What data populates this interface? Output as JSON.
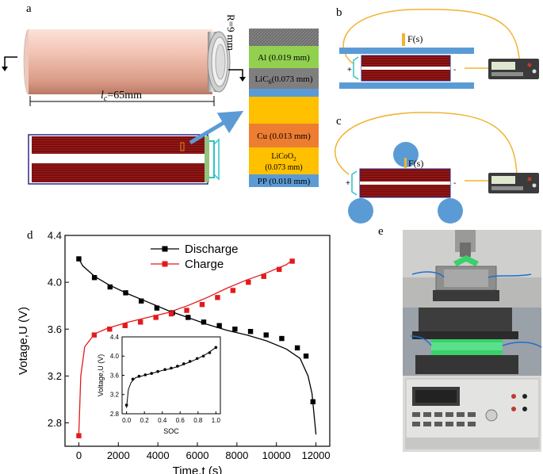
{
  "panels": {
    "a": {
      "label": "a",
      "length_prefix": "l",
      "length_sub": "c",
      "length_value": "=65mm",
      "radius_label": "R=9 mm",
      "layers": [
        {
          "label": "Al (0.019 mm)",
          "color": "#92d050"
        },
        {
          "label_main": "LiC",
          "label_sub": "6",
          "label_rest": "(0.073 mm)",
          "color": "#7f7f7f"
        },
        {
          "label": "Cu (0.013 mm)",
          "color": "#ed7d31"
        },
        {
          "label_line1": "LiCoO",
          "label_sub": "2",
          "label_line2": "(0.073 mm)",
          "color": "#ffc000"
        },
        {
          "label": "PP (0.018 mm)",
          "color": "#5b9bd5"
        }
      ]
    },
    "b": {
      "label": "b",
      "force_label": "F(s)"
    },
    "c": {
      "label": "c",
      "force_label": "F(s)"
    },
    "d": {
      "label": "d"
    },
    "e": {
      "label": "e"
    }
  },
  "plus_sign": "+",
  "minus_sign": "-",
  "colors": {
    "discharge": "#000000",
    "charge": "#e31a1c",
    "wire": "#f2b233",
    "plate": "#5b9bd5",
    "roll": "#7a0f0f"
  },
  "chart_data": {
    "type": "line",
    "xlabel": "Time,t (s)",
    "ylabel": "Votage,U (V)",
    "xlim": [
      -700,
      12700
    ],
    "ylim": [
      2.6,
      4.4
    ],
    "xticks": [
      0,
      2000,
      4000,
      6000,
      8000,
      10000,
      12000
    ],
    "yticks": [
      2.8,
      3.2,
      3.6,
      4.0,
      4.4
    ],
    "legend_position": "top",
    "series": [
      {
        "name": "Discharge",
        "color": "#000000",
        "marker": "square",
        "curve": [
          [
            0,
            4.2
          ],
          [
            200,
            4.14
          ],
          [
            800,
            4.05
          ],
          [
            1500,
            3.98
          ],
          [
            2500,
            3.9
          ],
          [
            3500,
            3.83
          ],
          [
            4500,
            3.76
          ],
          [
            5500,
            3.7
          ],
          [
            6500,
            3.64
          ],
          [
            7500,
            3.59
          ],
          [
            8500,
            3.55
          ],
          [
            9500,
            3.5
          ],
          [
            10500,
            3.43
          ],
          [
            11200,
            3.35
          ],
          [
            11600,
            3.2
          ],
          [
            11800,
            3.05
          ],
          [
            12000,
            2.7
          ]
        ],
        "markers": [
          [
            0,
            4.2
          ],
          [
            790,
            4.04
          ],
          [
            1580,
            3.96
          ],
          [
            2370,
            3.91
          ],
          [
            3160,
            3.84
          ],
          [
            3950,
            3.78
          ],
          [
            4740,
            3.74
          ],
          [
            5530,
            3.7
          ],
          [
            6320,
            3.66
          ],
          [
            7110,
            3.63
          ],
          [
            7900,
            3.6
          ],
          [
            8690,
            3.58
          ],
          [
            9480,
            3.55
          ],
          [
            10270,
            3.52
          ],
          [
            11060,
            3.44
          ],
          [
            11500,
            3.37
          ],
          [
            11850,
            2.98
          ]
        ]
      },
      {
        "name": "Charge",
        "color": "#e31a1c",
        "marker": "square",
        "curve": [
          [
            0,
            2.7
          ],
          [
            100,
            3.2
          ],
          [
            300,
            3.45
          ],
          [
            800,
            3.56
          ],
          [
            1500,
            3.61
          ],
          [
            2500,
            3.66
          ],
          [
            3500,
            3.7
          ],
          [
            4500,
            3.74
          ],
          [
            5500,
            3.8
          ],
          [
            6500,
            3.87
          ],
          [
            7500,
            3.95
          ],
          [
            8500,
            4.02
          ],
          [
            9500,
            4.08
          ],
          [
            10500,
            4.15
          ],
          [
            10900,
            4.2
          ]
        ],
        "markers": [
          [
            0,
            2.69
          ],
          [
            780,
            3.55
          ],
          [
            1560,
            3.6
          ],
          [
            2340,
            3.63
          ],
          [
            3120,
            3.66
          ],
          [
            3900,
            3.7
          ],
          [
            4680,
            3.73
          ],
          [
            5460,
            3.76
          ],
          [
            6240,
            3.81
          ],
          [
            7020,
            3.87
          ],
          [
            7800,
            3.93
          ],
          [
            8580,
            4.0
          ],
          [
            9360,
            4.05
          ],
          [
            10140,
            4.11
          ],
          [
            10800,
            4.18
          ]
        ]
      }
    ],
    "inset": {
      "type": "line",
      "xlabel": "SOC",
      "ylabel": "Voltage,U (V)",
      "xlim": [
        -0.05,
        1.05
      ],
      "ylim": [
        2.8,
        4.4
      ],
      "xticks": [
        0.0,
        0.2,
        0.4,
        0.6,
        0.8,
        1.0
      ],
      "xtick_labels": [
        "0.0",
        "0.2",
        "0.4",
        "0.6",
        "0.8",
        "1.0"
      ],
      "yticks": [
        2.8,
        3.2,
        3.6,
        4.0,
        4.4
      ],
      "ytick_labels": [
        "2.8",
        "3.2",
        "3.6",
        "4.0",
        "4.4"
      ],
      "curve": [
        [
          0,
          2.92
        ],
        [
          0.02,
          3.3
        ],
        [
          0.05,
          3.45
        ],
        [
          0.1,
          3.55
        ],
        [
          0.2,
          3.6
        ],
        [
          0.3,
          3.65
        ],
        [
          0.4,
          3.7
        ],
        [
          0.5,
          3.74
        ],
        [
          0.6,
          3.8
        ],
        [
          0.7,
          3.87
        ],
        [
          0.8,
          3.95
        ],
        [
          0.9,
          4.05
        ],
        [
          1.0,
          4.18
        ]
      ],
      "markers": [
        [
          0,
          2.98
        ],
        [
          0.07,
          3.52
        ],
        [
          0.14,
          3.58
        ],
        [
          0.21,
          3.61
        ],
        [
          0.28,
          3.64
        ],
        [
          0.35,
          3.68
        ],
        [
          0.43,
          3.72
        ],
        [
          0.5,
          3.75
        ],
        [
          0.57,
          3.79
        ],
        [
          0.64,
          3.84
        ],
        [
          0.71,
          3.89
        ],
        [
          0.79,
          3.95
        ],
        [
          0.86,
          4.0
        ],
        [
          0.93,
          4.07
        ],
        [
          1.0,
          4.18
        ]
      ]
    }
  }
}
